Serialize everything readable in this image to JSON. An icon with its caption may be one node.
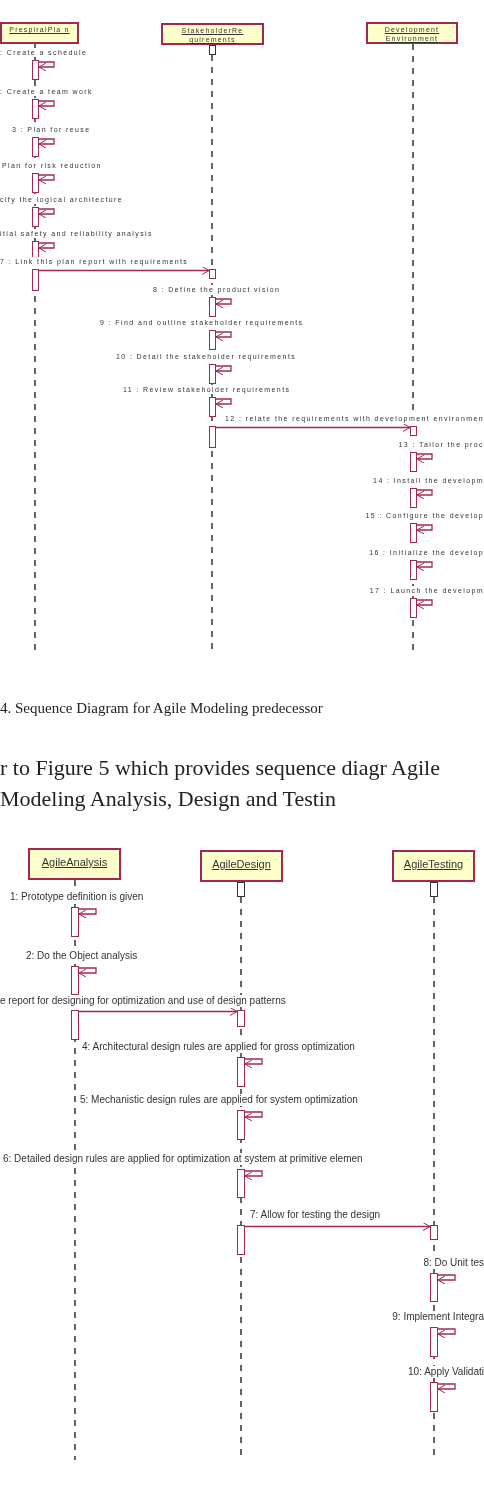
{
  "diagram": {
    "caption": "4. Sequence Diagram for Agile Modeling predecessor",
    "nodes": [
      {
        "text": [
          "PrespiralPla n"
        ]
      },
      {
        "text": [
          "StakeholderRe quirements"
        ]
      },
      {
        "text": [
          "Development Environment"
        ]
      },
      {
        "text": [],
        "shape": "box"
      },
      {
        "text": [],
        "shape": "bar"
      },
      {
        "text": [],
        "shape": "bar"
      },
      {
        "text": [],
        "shape": "bar"
      },
      {
        "text": [],
        "shape": "bar"
      },
      {
        "text": [],
        "shape": "bar"
      },
      {
        "text": [],
        "shape": "bar"
      },
      {
        "text": [],
        "shape": "bar"
      },
      {
        "text": [],
        "shape": "bar"
      },
      {
        "text": [],
        "shape": "bar"
      },
      {
        "text": [],
        "shape": "bar"
      },
      {
        "text": [],
        "shape": "bar"
      },
      {
        "text": [],
        "shape": "bar"
      },
      {
        "text": [],
        "shape": "bar"
      },
      {
        "text": [],
        "shape": "bar"
      },
      {
        "text": [],
        "shape": "bar"
      },
      {
        "text": [],
        "shape": "bar"
      },
      {
        "text": [],
        "shape": "bar"
      },
      {
        "text": [],
        "shape": "bar"
      },
      {
        "text": [],
        "shape": "bar"
      },
      {
        "text": [
          "AgileAnalysis"
        ]
      },
      {
        "text": [
          "AgileDesign"
        ]
      },
      {
        "text": [
          "AgileTesting"
        ]
      },
      {
        "text": [],
        "shape": "box"
      },
      {
        "text": [],
        "shape": "box"
      },
      {
        "text": [],
        "shape": "bar"
      },
      {
        "text": [],
        "shape": "bar"
      },
      {
        "text": [],
        "shape": "bar"
      },
      {
        "text": [],
        "shape": "bar"
      },
      {
        "text": [],
        "shape": "bar"
      },
      {
        "text": [],
        "shape": "bar"
      },
      {
        "text": [],
        "shape": "bar"
      },
      {
        "text": [],
        "shape": "bar"
      },
      {
        "text": [],
        "shape": "bar"
      },
      {
        "text": [],
        "shape": "bar"
      },
      {
        "text": [],
        "shape": "bar"
      },
      {
        "text": [],
        "shape": "bar"
      }
    ],
    "edges": [
      {
        "from": 4,
        "to": 4,
        "arrow": "to",
        "label": ": Create a schedule"
      },
      {
        "from": 5,
        "to": 5,
        "arrow": "to",
        "label": ": Create a team work"
      },
      {
        "from": 6,
        "to": 6,
        "arrow": "to",
        "label": "3 : Plan for reuse"
      },
      {
        "from": 7,
        "to": 7,
        "arrow": "to",
        "label": "Plan for risk reduction"
      },
      {
        "from": 8,
        "to": 8,
        "arrow": "to",
        "label": "cify the logical architecture"
      },
      {
        "from": 9,
        "to": 9,
        "arrow": "to",
        "label": "itial safety and reliability analysis"
      },
      {
        "from": 10,
        "to": 11,
        "arrow": "to",
        "label": "7 : Link this plan report with requirements"
      },
      {
        "from": 12,
        "to": 12,
        "arrow": "to",
        "label": "8 : Define the product vision"
      },
      {
        "from": 13,
        "to": 13,
        "arrow": "to",
        "label": "9 : Find and outline stakeholder requirements"
      },
      {
        "from": 14,
        "to": 14,
        "arrow": "to",
        "label": "10 : Detail the stakeholder requirements"
      },
      {
        "from": 15,
        "to": 15,
        "arrow": "to",
        "label": "11 : Review stakeholder requirements"
      },
      {
        "from": 16,
        "to": 17,
        "arrow": "to",
        "label": "12 : relate the requirements with development environmen"
      },
      {
        "from": 18,
        "to": 18,
        "arrow": "to",
        "label": "13 : Tailor the proc"
      },
      {
        "from": 19,
        "to": 19,
        "arrow": "to",
        "label": "14 : Install the developm"
      },
      {
        "from": 20,
        "to": 20,
        "arrow": "to",
        "label": "15 : Configure the develop"
      },
      {
        "from": 21,
        "to": 21,
        "arrow": "to",
        "label": "16 : Initialize the develop"
      },
      {
        "from": 22,
        "to": 22,
        "arrow": "to",
        "label": "17 : Launch the developm"
      },
      {
        "from": 28,
        "to": 28,
        "arrow": "to",
        "label": "1: Prototype definition is given"
      },
      {
        "from": 29,
        "to": 29,
        "arrow": "to",
        "label": "2: Do the Object analysis"
      },
      {
        "from": 30,
        "to": 31,
        "arrow": "to",
        "label": "e report for designing for optimization and use of design patterns"
      },
      {
        "from": 32,
        "to": 32,
        "arrow": "to",
        "label": "4: Architectural design rules are applied for gross optimization"
      },
      {
        "from": 33,
        "to": 33,
        "arrow": "to",
        "label": "5: Mechanistic design rules are applied for system optimization"
      },
      {
        "from": 34,
        "to": 34,
        "arrow": "to",
        "label": "6: Detailed design rules are applied for optimization at system at primitive elemen"
      },
      {
        "from": 35,
        "to": 36,
        "arrow": "to",
        "label": "7: Allow for testing the design"
      },
      {
        "from": 37,
        "to": 37,
        "arrow": "to",
        "label": "8: Do Unit tes"
      },
      {
        "from": 38,
        "to": 38,
        "arrow": "to",
        "label": "9: Implement Integra"
      },
      {
        "from": 39,
        "to": 39,
        "arrow": "to",
        "label": "10: Apply Validati"
      }
    ],
    "labels": [
      "r to Figure 5 which provides sequence diagr Agile Modeling Analysis, Design and Testin"
    ]
  }
}
